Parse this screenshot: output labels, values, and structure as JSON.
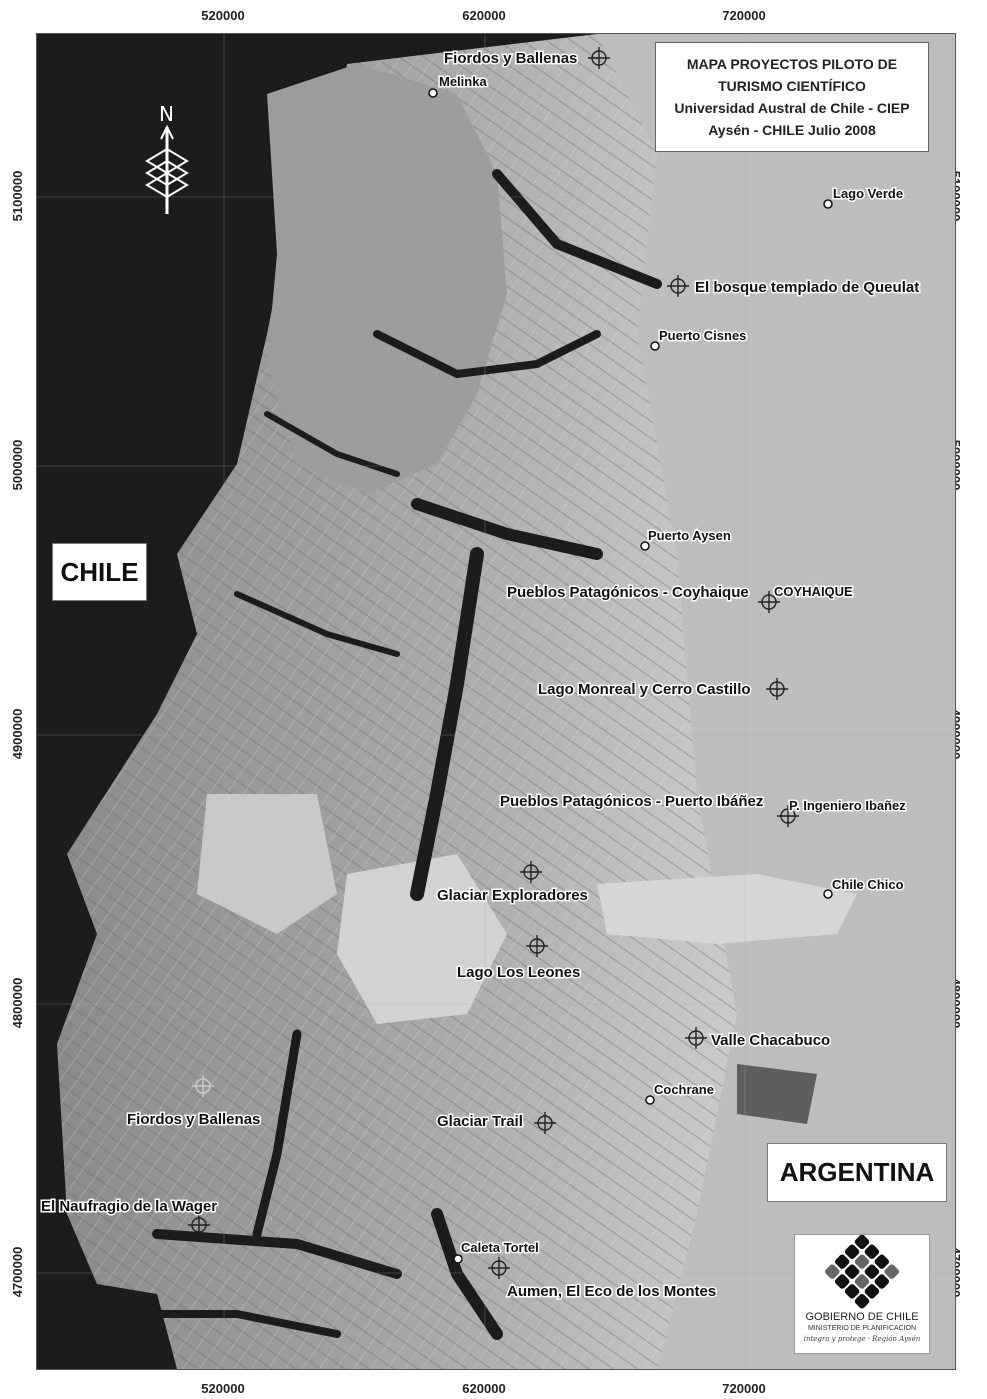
{
  "title_box": {
    "line1": "MAPA PROYECTOS PILOTO DE",
    "line2": "TURISMO CIENTÍFICO",
    "line3": "Universidad Austral de Chile - CIEP",
    "line4": "Aysén - CHILE Julio 2008"
  },
  "axes": {
    "easting_ticks": [
      "520000",
      "620000",
      "720000"
    ],
    "northing_ticks": [
      "5100000",
      "5000000",
      "4900000",
      "4800000",
      "4700000"
    ]
  },
  "north_arrow": {
    "letter": "N",
    "icon": "north-arrow-icon"
  },
  "countries": {
    "west": "CHILE",
    "east": "ARGENTINA"
  },
  "project_sites": {
    "fiordos_north": "Fiordos y Ballenas",
    "queulat": "El bosque templado de Queulat",
    "coyhaique": "Pueblos Patagónicos - Coyhaique",
    "monreal": "Lago Monreal y Cerro Castillo",
    "ibanez": "Pueblos Patagónicos - Puerto Ibáñez",
    "exploradores": "Glaciar Exploradores",
    "leones": "Lago Los Leones",
    "chacabuco": "Valle Chacabuco",
    "fiordos_south": "Fiordos y Ballenas",
    "glaciar_trail": "Glaciar Trail",
    "wager": "El Naufragio de la Wager",
    "aumen": "Aumen, El Eco de los Montes"
  },
  "towns": {
    "melinka": "Melinka",
    "lago_verde": "Lago  Verde",
    "puerto_cisnes": "Puerto Cisnes",
    "puerto_aysen": "Puerto Aysen",
    "coyhaique_city": "COYHAIQUE",
    "ingeniero_ibanez": "P. Ingeniero Ibañez",
    "chile_chico": "Chile Chico",
    "cochrane": "Cochrane",
    "caleta_tortel": "Caleta Tortel"
  },
  "logo": {
    "org": "GOBIERNO DE CHILE",
    "ministry": "MINISTERIO DE PLANIFICACION",
    "tagline": "integra y protege",
    "region": "Región Aysén"
  },
  "colors": {
    "sea": "#1c1c1c",
    "land": "#9a9a9a",
    "ice": "#cfcfcf",
    "argentina": "#bdbdbd"
  }
}
